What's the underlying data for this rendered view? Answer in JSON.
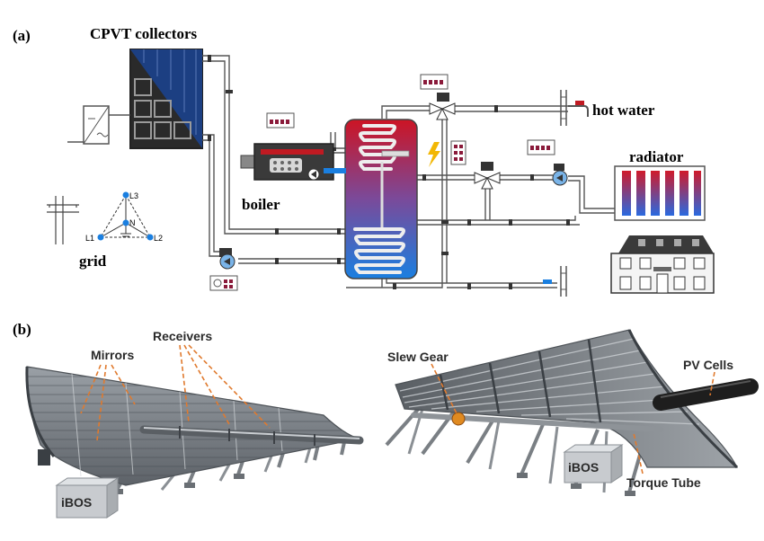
{
  "panel_a": {
    "label": "(a)",
    "labels": {
      "collectors": "CPVT collectors",
      "boiler": "boiler",
      "grid": "grid",
      "hot_water": "hot water",
      "radiator": "radiator"
    },
    "grid_nodes": {
      "l1": "L1",
      "l2": "L2",
      "l3": "L3",
      "n": "N"
    }
  },
  "panel_b": {
    "label": "(b)",
    "labels": {
      "mirrors": "Mirrors",
      "receivers": "Receivers",
      "ibos_left": "iBOS",
      "slew_gear": "Slew Gear",
      "pv_cells": "PV Cells",
      "ibos_right": "iBOS",
      "torque_tube": "Torque Tube"
    }
  },
  "colors": {
    "tank_hot": "#cc1424",
    "tank_cold": "#1a7fe0",
    "panel_blue": "#1c3f82",
    "callout": "#e07a2e"
  }
}
